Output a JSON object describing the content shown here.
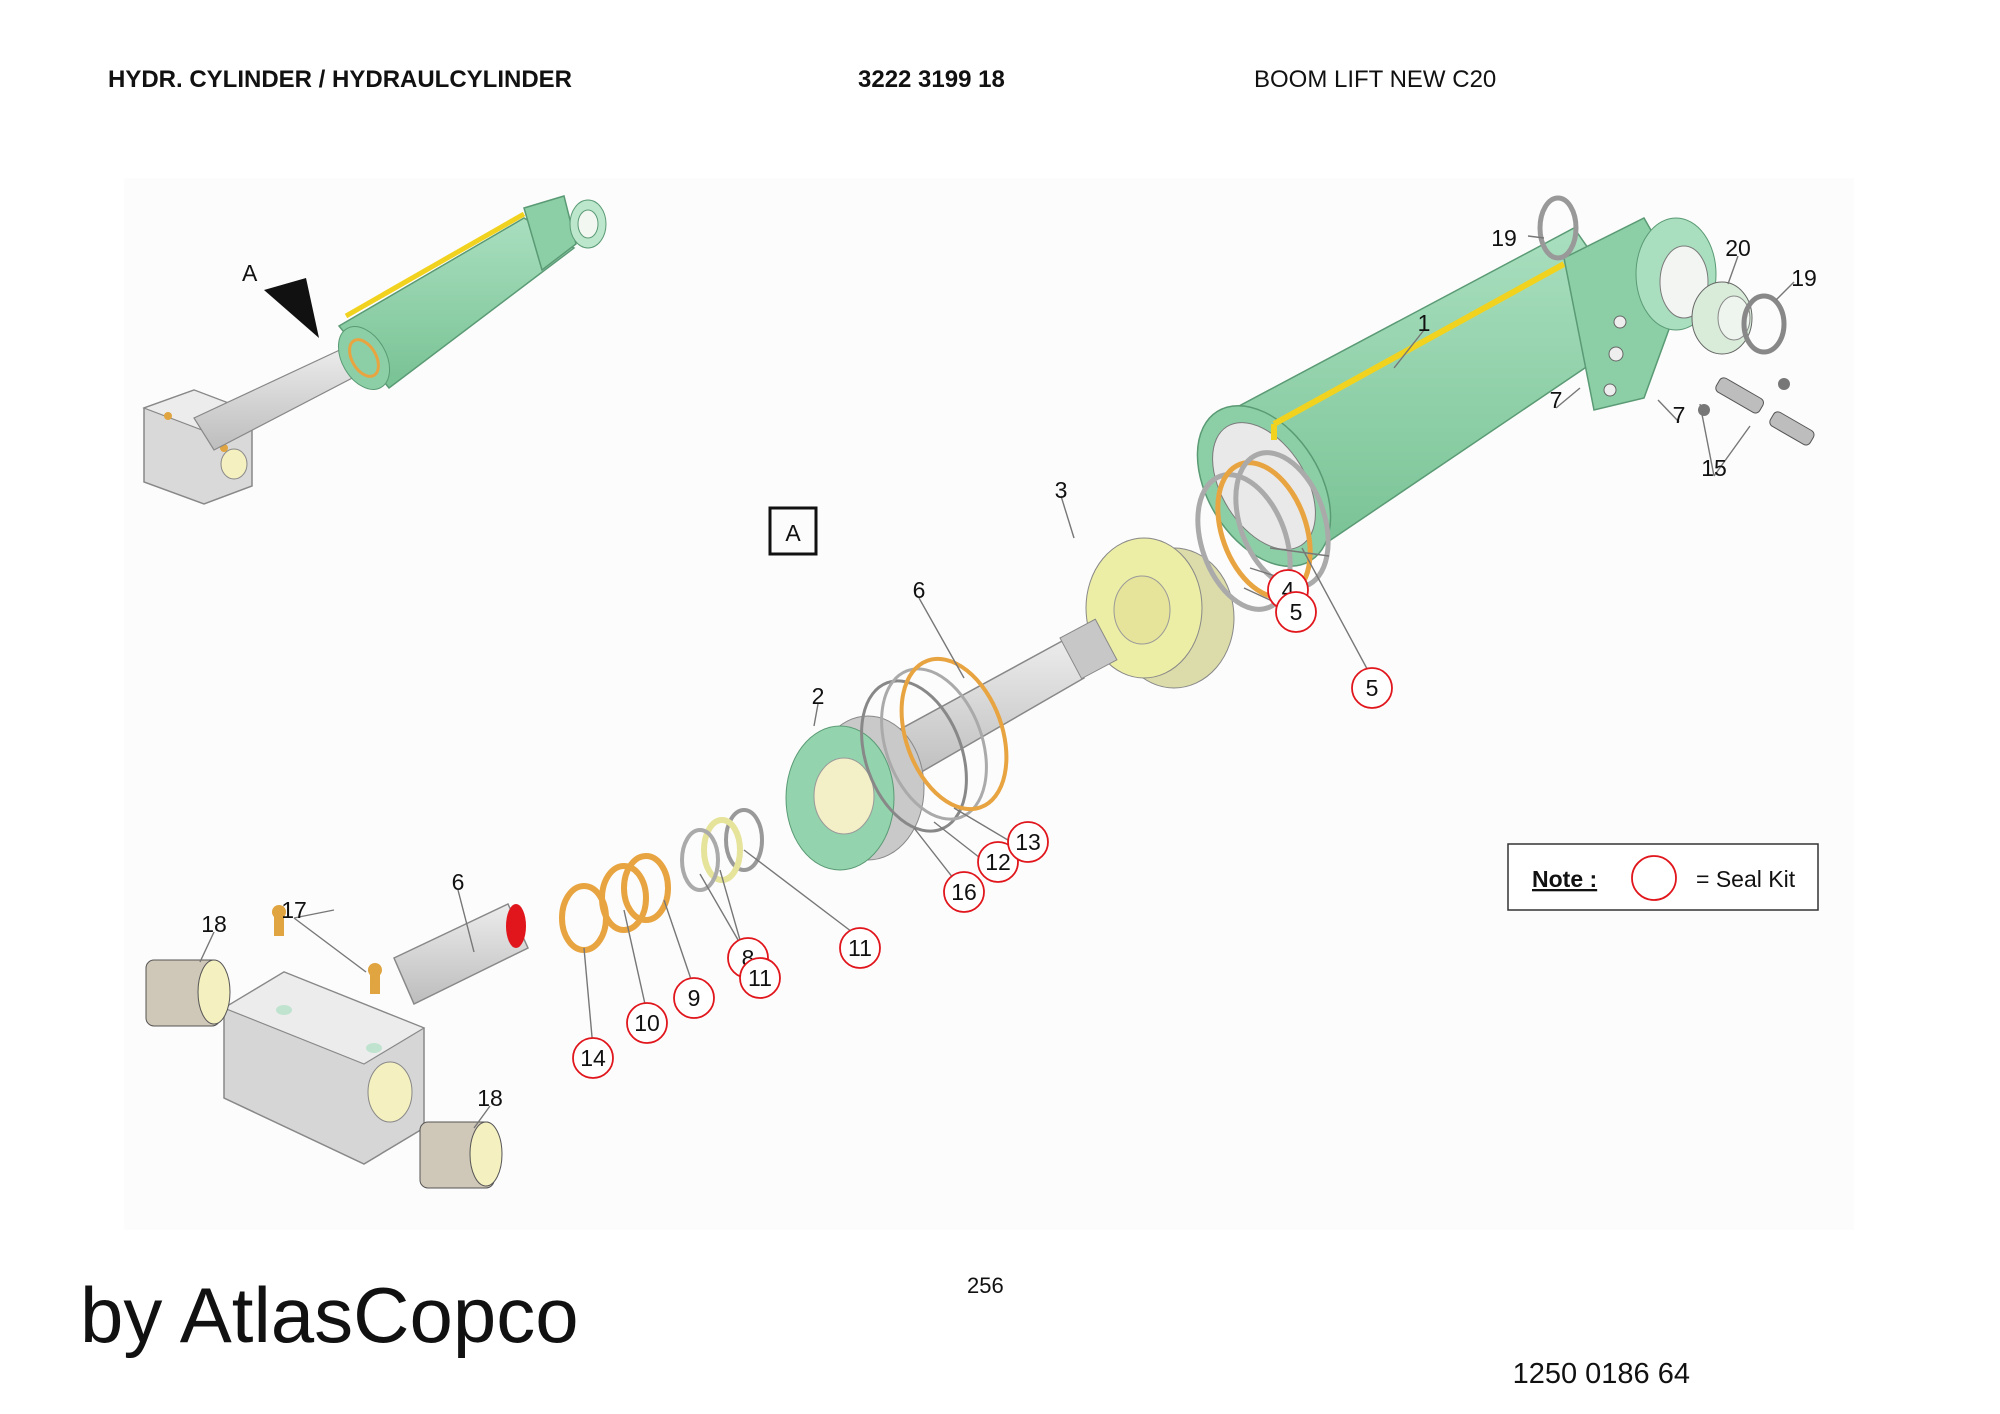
{
  "header": {
    "title": "HYDR. CYLINDER / HYDRAULCYLINDER",
    "part_number": "3222 3199 18",
    "model": "BOOM LIFT NEW C20"
  },
  "diagram": {
    "detail_marker": "A",
    "detail_box": "A",
    "drawing_number": "1250 0186 64",
    "callouts": [
      {
        "label": "1",
        "seal_kit": false
      },
      {
        "label": "2",
        "seal_kit": false
      },
      {
        "label": "3",
        "seal_kit": false
      },
      {
        "label": "4",
        "seal_kit": true
      },
      {
        "label": "5",
        "seal_kit": true
      },
      {
        "label": "5",
        "seal_kit": true
      },
      {
        "label": "6",
        "seal_kit": false
      },
      {
        "label": "6",
        "seal_kit": false
      },
      {
        "label": "7",
        "seal_kit": false
      },
      {
        "label": "7",
        "seal_kit": false
      },
      {
        "label": "8",
        "seal_kit": true
      },
      {
        "label": "9",
        "seal_kit": true
      },
      {
        "label": "10",
        "seal_kit": true
      },
      {
        "label": "11",
        "seal_kit": true
      },
      {
        "label": "11",
        "seal_kit": true
      },
      {
        "label": "12",
        "seal_kit": true
      },
      {
        "label": "13",
        "seal_kit": true
      },
      {
        "label": "14",
        "seal_kit": true
      },
      {
        "label": "15",
        "seal_kit": false
      },
      {
        "label": "16",
        "seal_kit": true
      },
      {
        "label": "17",
        "seal_kit": false
      },
      {
        "label": "18",
        "seal_kit": false
      },
      {
        "label": "18",
        "seal_kit": false
      },
      {
        "label": "19",
        "seal_kit": false
      },
      {
        "label": "19",
        "seal_kit": false
      },
      {
        "label": "20",
        "seal_kit": false
      }
    ],
    "note": {
      "label": "Note :",
      "text": "= Seal Kit"
    },
    "colors": {
      "cylinder": "#93d3ad",
      "rod": "#d6d6d6",
      "piston": "#edeea6",
      "seal_ring": "#e8a441",
      "seal_kit_circle": "#e0161c",
      "tie_bar": "#f1d31f"
    }
  },
  "footer": {
    "page_number": "256",
    "brand": "by AtlasCopco"
  }
}
